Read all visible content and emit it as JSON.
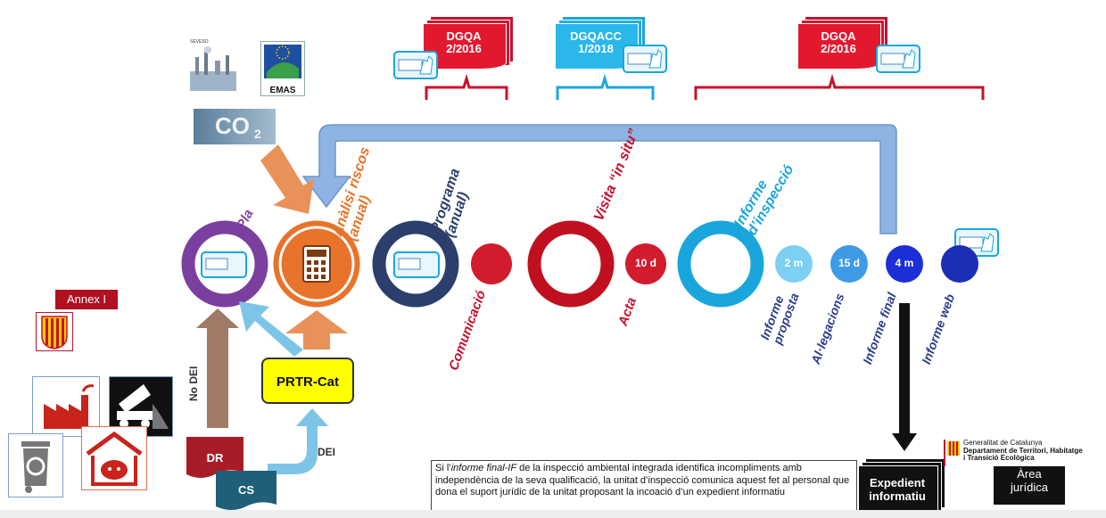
{
  "docs": {
    "dgqa_1": {
      "line1": "DGQA",
      "line2": "2/2016"
    },
    "dgqacc": {
      "line1": "DGQACC",
      "line2": "1/2018"
    },
    "dgqa_2": {
      "line1": "DGQA",
      "line2": "2/2016"
    }
  },
  "top_icons": {
    "emas_label": "EMAS",
    "co2_label": "CO",
    "co2_sub": "2",
    "seveso_label": "SEVESO"
  },
  "stages": {
    "pla": "Pla",
    "analisi_line1": "Anàlisi riscos",
    "analisi_line2": "(anual)",
    "programa_line1": "Programa",
    "programa_line2": "(anual)",
    "visita": "Visita “in situ”",
    "informe_inspeccio_line1": "Informe",
    "informe_inspeccio_line2": "d’inspecció",
    "comunicacio": "Comunicació",
    "acta": "Acta",
    "informe_proposta_line1": "Informe",
    "informe_proposta_line2": "proposta",
    "allegacions": "Al·legacions",
    "informe_final": "Informe final",
    "informe_web": "Informe web"
  },
  "durations": {
    "d10": "10 d",
    "m2": "2 m",
    "d15": "15 d",
    "m4": "4 m"
  },
  "left": {
    "annex": "Annex I",
    "no_dei": "No DEI",
    "dei": "DEI",
    "dr": "DR",
    "cs": "CS",
    "prtr": "PRTR-Cat"
  },
  "note": {
    "prefix": "Si l’",
    "italic": "informe final-IF",
    "rest": " de la inspecció ambiental integrada identifica incompliments amb independència de la seva qualificació, la unitat d’inspecció comunica aquest fet al personal que dona el suport jurídic de la unitat proposant la incoació d’un expedient informatiu"
  },
  "expedient": {
    "line1": "Expedient",
    "line2": "informatiu"
  },
  "area": {
    "line1": "Àrea",
    "line2": "jurídica"
  },
  "gencat": {
    "line1": "Generalitat de Catalunya",
    "line2": "Departament de Territori, Habitatge",
    "line3": "i Transició Ecològica"
  },
  "colors": {
    "purple": "#7b3fa0",
    "orange": "#e8732a",
    "navy": "#2c3e6b",
    "red": "#c8102e",
    "cyan": "#1aa6dd",
    "blue": "#1c2fd6",
    "light_blue_arrow": "#8db4e2",
    "yellow": "#ffff00",
    "brown": "#a07a66"
  }
}
